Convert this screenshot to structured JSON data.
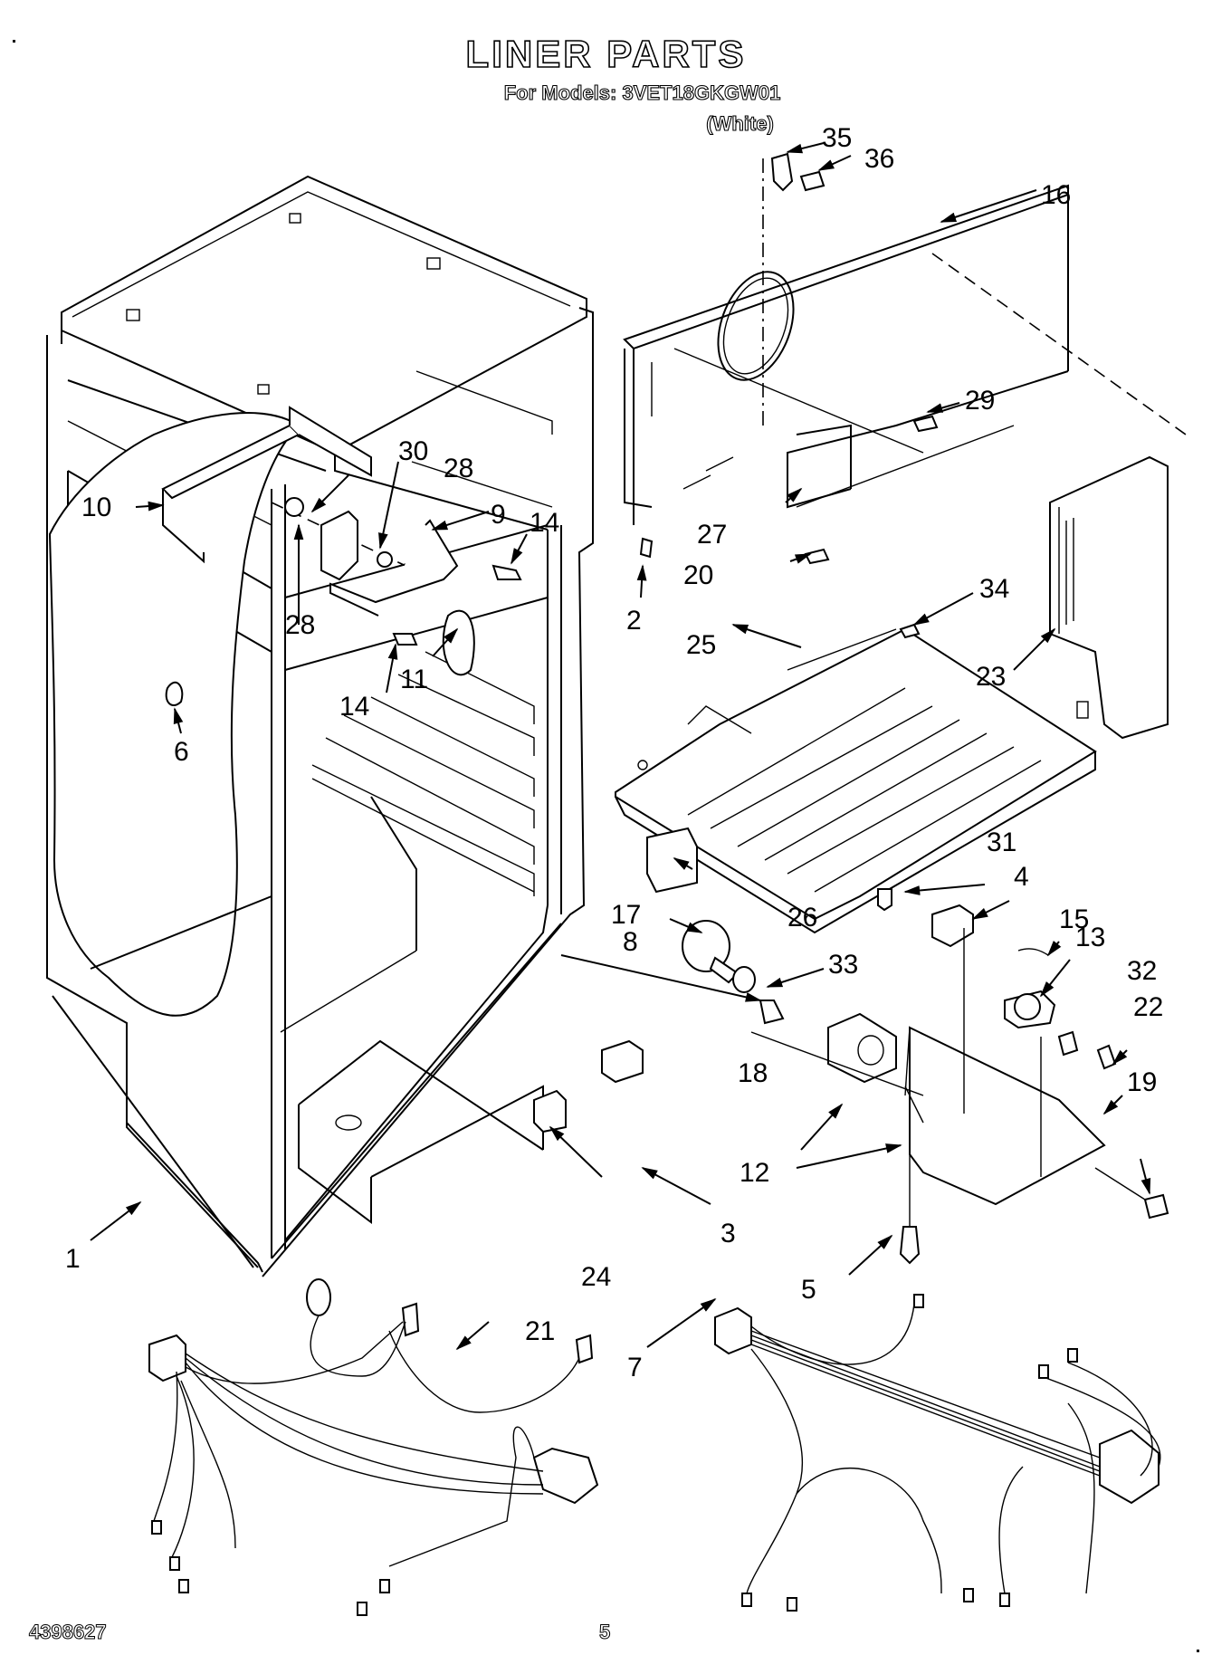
{
  "header": {
    "title": "LINER PARTS",
    "models_line": "For Models: 3VET18GKGW01",
    "color_line": "(White)"
  },
  "footer": {
    "document_number": "4398627",
    "page_number": "5"
  },
  "callouts": {
    "c1": "1",
    "c2": "2",
    "c3": "3",
    "c4": "4",
    "c5": "5",
    "c6": "6",
    "c7": "7",
    "c8": "8",
    "c9": "9",
    "c10": "10",
    "c11": "11",
    "c12": "12",
    "c13": "13",
    "c14a": "14",
    "c14b": "14",
    "c15": "15",
    "c16": "16",
    "c17": "17",
    "c18": "18",
    "c19": "19",
    "c20": "20",
    "c21": "21",
    "c22": "22",
    "c23": "23",
    "c24": "24",
    "c25": "25",
    "c26": "26",
    "c27": "27",
    "c28a": "28",
    "c28b": "28",
    "c29": "29",
    "c30": "30",
    "c31": "31",
    "c32": "32",
    "c33": "33",
    "c34": "34",
    "c35": "35",
    "c36": "36"
  }
}
